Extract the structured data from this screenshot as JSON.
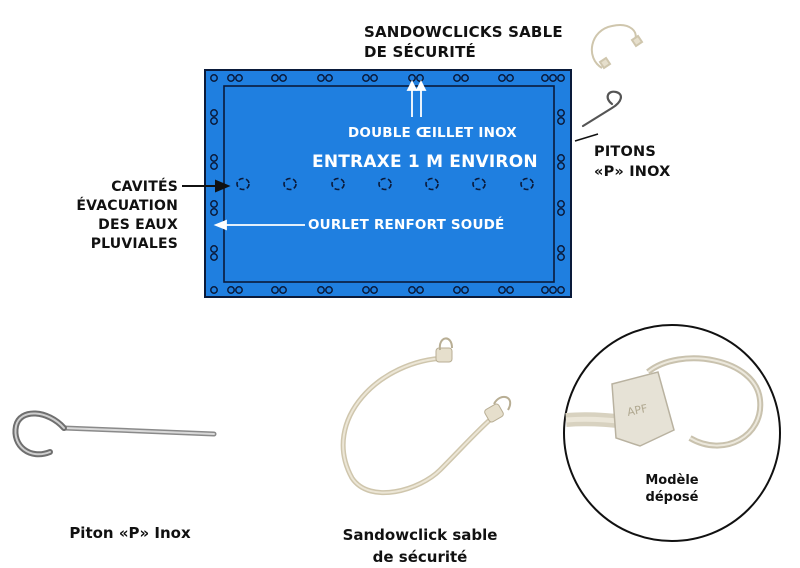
{
  "colors": {
    "cover_blue": "#1f7fe0",
    "cover_border": "#0a1a3a",
    "white": "#ffffff",
    "label": "#111111",
    "cord": "#e6dfcc"
  },
  "labels": {
    "sandowclicks_top_line1": "SANDOWCLICKS SABLE",
    "sandowclicks_top_line2": "DE SÉCURITÉ",
    "double_oeillet": "DOUBLE ŒILLET INOX",
    "entraxe": "ENTRAXE 1 M ENVIRON",
    "pitons_line1": "PITONS",
    "pitons_line2": "«P» INOX",
    "cavites_line1": "CAVITÉS",
    "cavites_line2": "ÉVACUATION",
    "cavites_line3": "DES EAUX",
    "cavites_line4": "PLUVIALES",
    "ourlet": "OURLET RENFORT SOUDÉ"
  },
  "captions": {
    "piton": "Piton «P» Inox",
    "sandowclick_line1": "Sandowclick sable",
    "sandowclick_line2": "de sécurité",
    "modele_line1": "Modèle",
    "modele_line2": "déposé",
    "stamp": "APF"
  },
  "icons": [
    "p-hook-icon",
    "sandowclick-cord-icon",
    "eyelet-icon",
    "drain-cavity-icon",
    "arrow-icon"
  ]
}
